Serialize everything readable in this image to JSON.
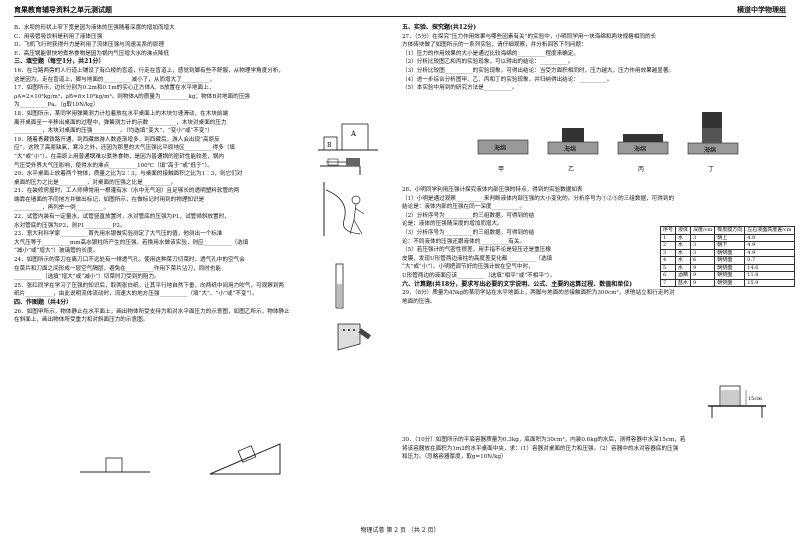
{
  "header": {
    "left": "育果教育辅导资料之单元测试题",
    "right": "横道中学物理组"
  },
  "left": [
    {
      "t": "B．水坝的形状上窄下宽是因为液体的压强随着深度的增加而增大",
      "h": false
    },
    {
      "t": "C．用吸管吸饮料是利用了液体压强",
      "h": false
    },
    {
      "t": "D．飞机飞行时获得升力是利用了流体压强与流速关系的原理",
      "h": false
    },
    {
      "t": "E．高压锅能很快地煮熟食物是因为锅内气压增大水的沸点降低",
      "h": false
    },
    {
      "t": "三、填空题（每空1分，共21分）",
      "h": true
    },
    {
      "t": "16．在马路两旁的人行道上铺设了有凸棱的盲道，行走在盲道上，感觉到脚有些不舒服，从物理学角度分析，",
      "h": false
    },
    {
      "t": "这是因为，走在盲道上，脚与地面的__________减小了，从而增大了__________。",
      "h": false
    },
    {
      "t": "17．如图所示，边长分别为0.2m和0.1m的实心正方体A、B放置在水平地面上，",
      "h": false
    },
    {
      "t": "ρA=2×10³kg/m³，ρB=8×10³kg/m³。则物体A的质量为__________kg；物体B对地面的压强",
      "h": false
    },
    {
      "t": "为__________Pa。（g取10N/kg）",
      "h": false
    },
    {
      "t": "18．如图所示，某同学用弹簧测力计拉着放在水平桌面上的木块匀速滑动，在木块前端",
      "h": false
    },
    {
      "t": "离开桌面至一半移出桌面的过程中，弹簧测力计的示数__________，木块对桌面的压力",
      "h": false
    },
    {
      "t": "__________，木块对桌面的压强__________。（均选填“变大”、“变小”或“不变”）",
      "h": false
    },
    {
      "t": "19．随着青藏铁路开通，到西藏旅游人数逐渐增多，到西藏后，游人会出现“高原反",
      "h": false
    },
    {
      "t": "应”，这除了高原缺氧，寒冷之外，还因为那里的大气压强比平原地区__________得多（填",
      "h": false
    },
    {
      "t": "“大”或“小”）。在高原上用普通锅难以煮熟食物，是因为普通锅的密封性能较差，锅内",
      "h": false
    },
    {
      "t": "气压受外界大气压影响，使得水的沸点__________100℃（填“高于”或“低于”）。",
      "h": false
    },
    {
      "t": "20．水平桌面上放着两个物体，质量之比为2∶3，与桌面的接触面积之比为1∶3，则它们对",
      "h": false
    },
    {
      "t": "桌面的压力之比是__________，对桌面的压强之比是__________。",
      "h": false
    },
    {
      "t": "21．在装修房屋时，工人师傅常用一根灌有水（水中无气泡）且足够长的透明塑料软管的两",
      "h": false
    },
    {
      "t": "端靠在墙面的不同地方并做出标记，如图所示，在做标记时用到的物理知识是",
      "h": false
    },
    {
      "t": "__________，再列举一例__________。",
      "h": false
    },
    {
      "t": "22．试管内装有一定量水，试管竖直放置时，水对管底的压强为P1，试管倾斜放置时，",
      "h": false
    },
    {
      "t": "水对管底的压强为P2，则P1__________P2。",
      "h": false
    },
    {
      "t": "23．意大利科学家__________首先用水银做实验测定了大气压的值，他测出一个标准",
      "h": false
    },
    {
      "t": "大气压等于__________mm高水银柱所产生的压强。若换用水做该实验，则应__________（选填",
      "h": false
    },
    {
      "t": "“减小”或“增大”）玻璃管的长度。",
      "h": false
    },
    {
      "t": "24．如图所示的菜刀在离刀口不远处有一排透气孔。使用这种菜刀切菜时，透气孔中的空气会",
      "h": false
    },
    {
      "t": "在菜片和刀面之间形成一层空气隔层，避免在__________作用下菜片沾刀，同时也能",
      "h": false
    },
    {
      "t": "__________（选填“增大”或“减小”）切菜时刀受到的阻力。",
      "h": false
    },
    {
      "t": "25．张红同学在学习了压强的知识后，取两张白纸，让其平行地自然下垂，向两纸中间用力吹气，可观察到两",
      "h": false
    },
    {
      "t": "纸片__________，由此说明流体流动时，流速大的地方压强__________（填“大”、“小”或“不变”）。",
      "h": false
    },
    {
      "t": "四、作图题（共4分）",
      "h": true
    },
    {
      "t": "26．如图甲所示，物体静止在水平面上，画出物体所受支持力和对水平面压力的示意图，如图乙所示，物体静止",
      "h": false
    },
    {
      "t": "在斜面上，画出物体所受重力和对斜面压力的示意图。",
      "h": false
    }
  ],
  "right": [
    {
      "t": "五、实验、探究题(共12分)",
      "h": true
    },
    {
      "t": "27．（5分）在探究“压力作用效果与哪些因素有关”的实验中，小明同学用一块海绵和两块规格相同的长",
      "h": false
    },
    {
      "t": "方体砖块做了如图所示的一系列实验，请仔细观察，并分析回答下列问题：",
      "h": false
    },
    {
      "t": "（1）压力的作用效果的大小是通过比较海绵的__________程度来确定。",
      "h": false
    },
    {
      "t": "（2）分析比较图乙和丙的实验现象，可以得出的结论：__________。",
      "h": false
    },
    {
      "t": "（3）分析比较图__________的实验现象，可得出结论：当受力面积相同时，压力越大，压力作用效果越显著。",
      "h": false
    },
    {
      "t": "（4）进一步综合分析图甲、乙、丙和丁的实验现象，并归纳得出结论：__________。",
      "h": false
    },
    {
      "t": "（5）本实验中用到的研究方法是__________。",
      "h": false
    }
  ],
  "bricks": {
    "label": "海绵",
    "captions": [
      "甲",
      "乙",
      "丙",
      "丁"
    ]
  },
  "q28": [
    {
      "t": "28．小明同学利用压强计探究液体内部压强的特点，得到的实验数据如表",
      "h": false
    },
    {
      "t": "（1）小明是通过观察__________来判断液体内部压强的大小变化的。分析序号为①②③的三组数据，可得到的",
      "h": false
    },
    {
      "t": "结论是：液体内部的压强在同一深度__________。",
      "h": false
    },
    {
      "t": "（2）分析序号为__________的三组数据，可得到的结",
      "h": false
    },
    {
      "t": "论是：液体的压强随深度的增加而增大。",
      "h": false
    },
    {
      "t": "（3）分析序号为__________的三组数据，可得到的结",
      "h": false
    },
    {
      "t": "论：不同液体的压强还跟液体的__________有关。",
      "h": false
    },
    {
      "t": "（5）若压强计的气密性很差，用手指不论是轻压还是重压橡",
      "h": false
    },
    {
      "t": "皮膜，发现U形管两边液柱的高度差变化都__________（选填",
      "h": false
    },
    {
      "t": "“大”或“小”）。小明把调节好的压强计放在空气中时，",
      "h": false
    },
    {
      "t": "U形管两边的液面应该__________（选填“相平”或“不相平”）。",
      "h": false
    },
    {
      "t": "六、计算题(共18分，要求写出必要的文字说明、公式、主要的运算过程、数值和单位)",
      "h": true
    },
    {
      "t": "29．（8分）质量为45kg的某同学站在水平地面上，两脚与地面的总接触面积为300cm²，求他站立和行走时对",
      "h": false
    },
    {
      "t": "地面的压强。",
      "h": false
    }
  ],
  "table": {
    "headers": [
      "序号",
      "液体",
      "深度/cm",
      "橡皮膜方向",
      "左右液面高度差/cm"
    ],
    "rows": [
      [
        "1",
        "水",
        "3",
        "朝上",
        "4.9"
      ],
      [
        "2",
        "水",
        "3",
        "朝下",
        "4.9"
      ],
      [
        "3",
        "水",
        "3",
        "朝侧面",
        "4.9"
      ],
      [
        "4",
        "水",
        "6",
        "朝侧面",
        "0.7"
      ],
      [
        "5",
        "水",
        "9",
        "朝侧面",
        "14.6"
      ],
      [
        "6",
        "酒精",
        "9",
        "朝侧面",
        "11.8"
      ],
      [
        "7",
        "盐水",
        "9",
        "朝侧面",
        "15.9"
      ]
    ]
  },
  "q30": [
    {
      "t": "30．（10分）如图所示的平底容器质量为0.3kg，底面积为30cm²，内装0.6kg的水后，测得容器中水深15cm，若",
      "h": false
    },
    {
      "t": "将该容器放在面积为1m2的水平桌面中央，求：(1）容器对桌面的压力和压强。（2）容器中的水对容器底的压强",
      "h": false
    },
    {
      "t": "和压力。（忽略容器厚度，取g=10N/kg）",
      "h": false
    }
  ],
  "fig17": {
    "a": "A",
    "b": "B"
  },
  "fig30": {
    "depth": "15cm"
  },
  "footer": "物理试卷    第 2 页  （共 2 页）"
}
